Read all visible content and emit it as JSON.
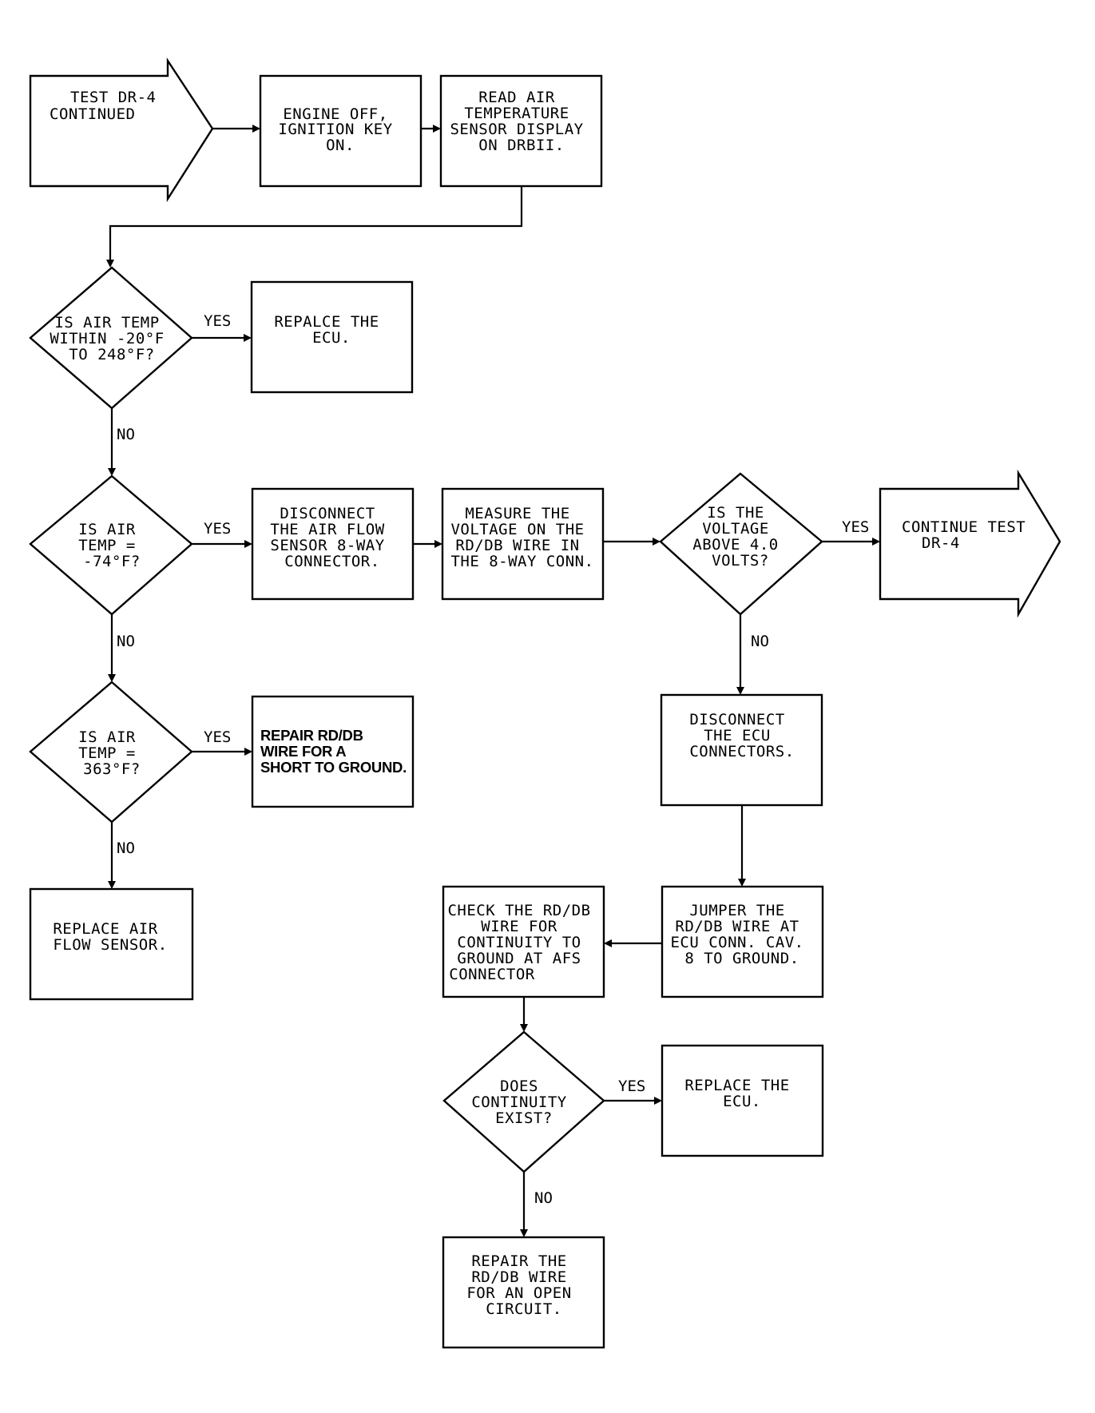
{
  "nodes": {
    "start": {
      "lines": [
        "TEST DR-4",
        "CONTINUED"
      ]
    },
    "engine_off": {
      "lines": [
        "ENGINE OFF,",
        "IGNITION KEY",
        "ON."
      ]
    },
    "read_temp": {
      "lines": [
        "READ AIR",
        "TEMPERATURE",
        "SENSOR DISPLAY",
        "ON DRBII."
      ]
    },
    "q_range": {
      "lines": [
        "IS AIR TEMP",
        "WITHIN -20°F",
        "TO 248°F?"
      ]
    },
    "replace_ecu_1": {
      "lines": [
        "REPALCE THE",
        "ECU."
      ]
    },
    "q_minus74": {
      "lines": [
        "IS AIR",
        "TEMP =",
        "-74°F?"
      ]
    },
    "disconnect_afs": {
      "lines": [
        "DISCONNECT",
        "THE AIR FLOW",
        "SENSOR 8-WAY",
        "CONNECTOR."
      ]
    },
    "measure": {
      "lines": [
        "MEASURE THE",
        "VOLTAGE ON THE",
        "RD/DB WIRE IN",
        "THE 8-WAY CONN."
      ]
    },
    "q_voltage": {
      "lines": [
        "IS THE",
        "VOLTAGE",
        "ABOVE 4.0",
        "VOLTS?"
      ]
    },
    "continue": {
      "lines": [
        "CONTINUE TEST",
        "DR-4"
      ]
    },
    "q_363": {
      "lines": [
        "IS AIR",
        "TEMP =",
        "363°F?"
      ]
    },
    "repair_short": {
      "lines": [
        "REPAIR RD/DB",
        "WIRE FOR A",
        "SHORT TO GROUND."
      ]
    },
    "replace_afs": {
      "lines": [
        "REPLACE AIR",
        "FLOW SENSOR."
      ]
    },
    "disconnect_ecu": {
      "lines": [
        "DISCONNECT",
        "THE ECU",
        "CONNECTORS."
      ]
    },
    "jumper": {
      "lines": [
        "JUMPER THE",
        "RD/DB WIRE AT",
        "ECU CONN. CAV.",
        "8 TO GROUND."
      ]
    },
    "check_cont": {
      "lines": [
        "CHECK THE RD/DB",
        "WIRE FOR",
        "CONTINUITY TO",
        "GROUND AT AFS",
        "CONNECTOR"
      ]
    },
    "q_continuity": {
      "lines": [
        "DOES",
        "CONTINUITY",
        "EXIST?"
      ]
    },
    "replace_ecu_2": {
      "lines": [
        "REPLACE THE",
        "ECU."
      ]
    },
    "repair_open": {
      "lines": [
        "REPAIR THE",
        "RD/DB WIRE",
        "FOR AN OPEN",
        "CIRCUIT."
      ]
    }
  },
  "branch_labels": {
    "yes": "YES",
    "no": "NO"
  }
}
